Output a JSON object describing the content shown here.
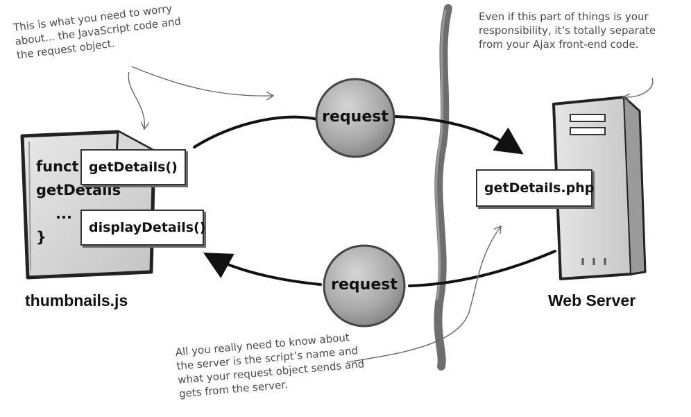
{
  "notes": {
    "top_left": [
      "This is what you need to worry",
      "about... the JavaScript code and",
      "the request object."
    ],
    "top_right": [
      "Even if this part of things is your",
      "responsibility, it’s totally separate",
      "from your Ajax front-end code."
    ],
    "bottom": [
      "All you really need to know about",
      "the server is the script’s name and",
      "what your request object sends and",
      "gets from the server."
    ]
  },
  "client": {
    "file_name": "thumbnails.js",
    "code_lines": [
      "funct",
      "getDetails",
      "...",
      "}"
    ],
    "function_boxes": [
      "getDetails()",
      "displayDetails()"
    ],
    "icon": "js-file-icon"
  },
  "server": {
    "name": "Web Server",
    "script_name": "getDetails.php",
    "icon": "server-tower-icon"
  },
  "flows": {
    "outgoing": "request",
    "incoming": "request"
  },
  "colors": {
    "bubble": "#a8a8a8",
    "divider": "#6e6e6e",
    "ink": "#111111",
    "pencil": "#555555"
  }
}
